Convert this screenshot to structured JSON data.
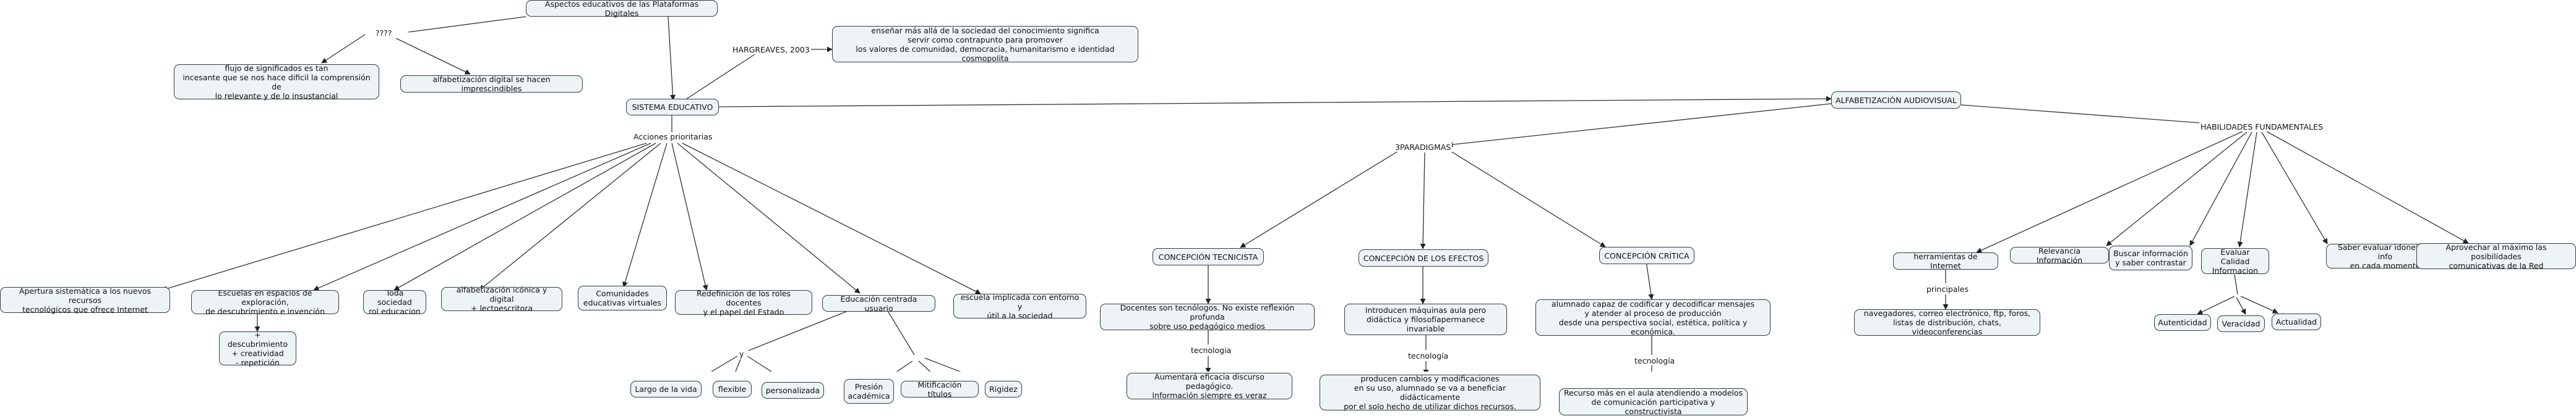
{
  "nodes": {
    "n_aspectos": "Aspectos educativos de las Plataformas Digitales",
    "n_flujo": "flujo de significados es tan\nincesante que se nos hace dificil la comprensión de\nlo relevante y de lo insustancial",
    "n_alfab_dig": "alfabetización digital se hacen imprescindibles",
    "n_ensenar": "enseñar más allá de la sociedad del conocimiento significa\nservir como contrapunto para promover\nlos valores de comunidad, democracia, humanitarismo e identidad cosmopolita",
    "n_sistema": "SISTEMA EDUCATIVO",
    "n_alfab_av": "ALFABETIZACIÓN AUDIOVISUAL",
    "n_apertura": "Apertura sistemática a los nuevos recursos\ntecnológicos que ofrece Internet",
    "n_escuelas": "Escuelas en espacios de exploración,\nde descubrimiento e invención",
    "n_toda": "Toda sociedad\nrol educacion",
    "n_alfab_ic": "alfabetización icónica y digital\n+ lectoescritora",
    "n_comunidades": "Comunidades\neducativas virtuales",
    "n_redefinicion": "Redefinición de los roles docentes\ny el papel del Estado",
    "n_educacion": "Educación centrada usuario",
    "n_escuela": "escuela implicada con entorno y\nútil a la sociedad",
    "n_descub": "+ descubrimiento\n+ creatividad\n- repetición",
    "n_largo": "Largo de la vida",
    "n_flexible": "flexible",
    "n_personalizada": "personalizada",
    "n_presion": "Presión\nacadémica",
    "n_mitificacion": "Mitificación títulos",
    "n_rigidez": "Rigidez",
    "n_tecnicista": "CONCEPCIÓN TECNICISTA",
    "n_efectos": "CONCEPCIÓN DE LOS EFECTOS",
    "n_critica": "CONCEPCIÓN CRÍTICA",
    "n_docentes": "Docentes son tecnólogos. No existe reflexión profunda\nsobre uso pedagógico medios",
    "n_aumentara": "Aumentará eficacia discurso pedagógico.\nInformación siempre es veraz",
    "n_introducen": "Introducen máquinas aula pero\ndidáctica y filosofíapermanece invariable",
    "n_producen": "producen cambios y modificaciones\nen su uso, alumnado se va a beneficiar didácticamente\npor el solo hecho de utilizar dichos recursos.",
    "n_alumnado": "alumnado capaz de codificar y decodificar mensajes\ny atender al proceso de producción\ndesde una perspectiva social, estética, política y económica.",
    "n_recurso": "Recurso más en el aula atendiendo a modelos\nde comunicación participativa y constructivista",
    "n_herramientas": "herramientas de Internet",
    "n_relevancia": "Relevancia Información",
    "n_buscar": "Buscar información\ny saber contrastar",
    "n_evaluar": "Evaluar Calidad\nInformacion",
    "n_saber": "Saber evaluar idoneidad info\nen cada momento",
    "n_aprovechar": "Aprovechar al máximo las posibilidades\ncomunicativas de la Red",
    "n_navegadores": "navegadores, correo electrónico, ftp, foros,\nlistas de distribución, chats, videoconferencias",
    "n_autenticidad": "Autenticidad",
    "n_veracidad": "Veracidad",
    "n_actualidad": "Actualidad"
  },
  "labels": {
    "l_qqq": "????",
    "l_hargreaves": "HARGREAVES, 2003",
    "l_acciones": "Acciones prioritarias",
    "l_3paradigmas": "3PARADIGMAS",
    "l_habilidades": "HABILIDADES FUNDAMENTALES",
    "l_y": "y",
    "l_tecnologia1": "tecnologia",
    "l_tecnologia2": "tecnología",
    "l_tecnologia3": "tecnología",
    "l_principales": "principales"
  },
  "style": {
    "node_fill": "#eef3f5",
    "node_border": "#2f3f47",
    "edge_color": "#333333"
  }
}
